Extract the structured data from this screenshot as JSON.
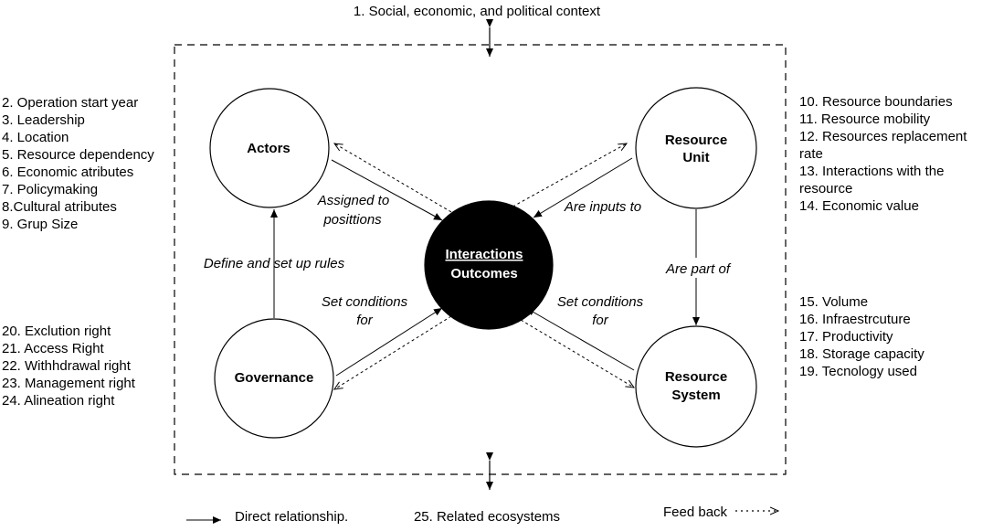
{
  "context_label": "1. Social, economic, and political context",
  "nodes": {
    "actors": "Actors",
    "resource_unit_line1": "Resource",
    "resource_unit_line2": "Unit",
    "governance": "Governance",
    "resource_system_line1": "Resource",
    "resource_system_line2": "System",
    "center_line1": "Interactions",
    "center_line2": "Outcomes"
  },
  "edge_labels": {
    "assigned_line1": "Assigned to",
    "assigned_line2": "posittions",
    "inputs": "Are inputs to",
    "define": "Define and set up rules",
    "part_of": "Are part of",
    "set_left_line1": "Set conditions",
    "set_left_line2": "for",
    "set_right_line1": "Set conditions",
    "set_right_line2": "for"
  },
  "actor_attributes": [
    "2. Operation start year",
    "3. Leadership",
    "4. Location",
    "5. Resource dependency",
    "6. Economic atributes",
    "7. Policymaking",
    "8.Cultural atributes",
    "9. Grup Size"
  ],
  "governance_attributes": [
    "20. Exclution right",
    "21. Access Right",
    "22. Withhdrawal right",
    "23. Management right",
    "24. Alineation right"
  ],
  "resource_unit_attributes": [
    "10. Resource boundaries",
    "11. Resource mobility",
    "12. Resources replacement",
    "rate",
    "13. Interactions with the",
    "resource",
    "14. Economic value"
  ],
  "resource_system_attributes": [
    "15. Volume",
    "16. Infraestrcuture",
    "17. Productivity",
    "18. Storage capacity",
    "19. Tecnology used"
  ],
  "legend": {
    "direct": "Direct relationship.",
    "related": "25. Related ecosystems",
    "feedback": "Feed back"
  }
}
